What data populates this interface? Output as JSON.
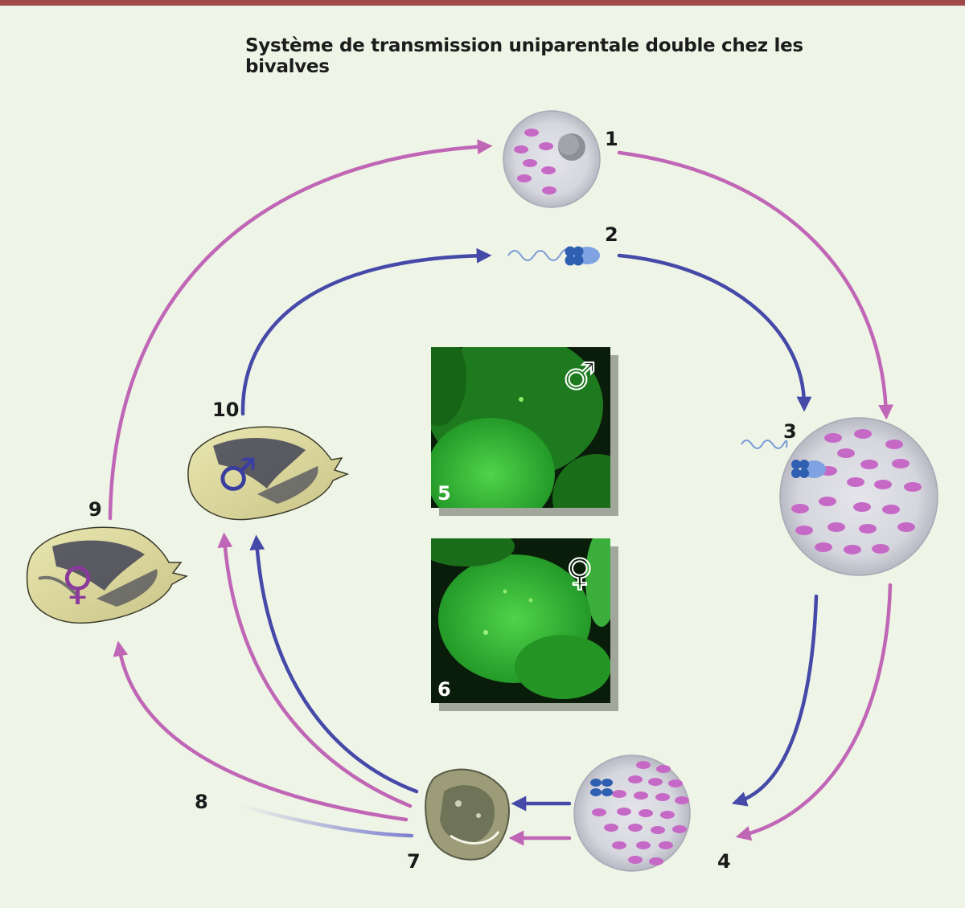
{
  "title": "Système de transmission uniparentale double chez les bivalves",
  "colors": {
    "maternal": "#c066b6",
    "paternal": "#4549a8",
    "cell_fill": "#d8d8e0",
    "mito": "#c669c6",
    "sperm": "#6b8fd9",
    "micrograph": "#2fb52f",
    "background": "#eef4e6"
  },
  "labels": {
    "n1": "1",
    "n2": "2",
    "n3": "3",
    "n4": "4",
    "n5": "5",
    "n6": "6",
    "n7": "7",
    "n8": "8",
    "n9": "9",
    "n10": "10"
  },
  "symbols": {
    "male": "♂",
    "female": "♀"
  },
  "icons": [
    "egg-cell-icon",
    "sperm-icon",
    "fertilized-egg-icon",
    "embryo-cell-icon",
    "larva-icon",
    "female-mussel-icon",
    "male-mussel-icon"
  ]
}
